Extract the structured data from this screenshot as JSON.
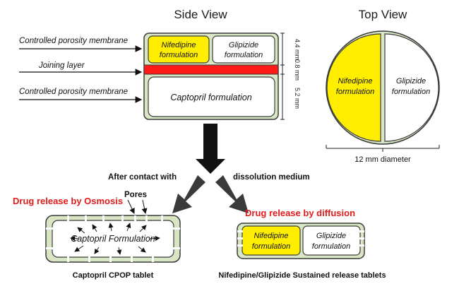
{
  "side_view": {
    "title": "Side View",
    "labels": {
      "membrane_top": "Controlled porosity membrane",
      "joining": "Joining layer",
      "membrane_bottom": "Controlled porosity membrane"
    },
    "boxes": {
      "nif_1": "Nifedipine",
      "nif_2": "formulation",
      "gli_1": "Glipizide",
      "gli_2": "formulation",
      "capto": "Captopril formulation"
    },
    "dims": {
      "top": "4.4 mm",
      "mid": "0.8 mm",
      "bottom": "5.2 mm"
    }
  },
  "top_view": {
    "title": "Top View",
    "nif_1": "Nifedipine",
    "nif_2": "formulation",
    "gli_1": "Glipizide",
    "gli_2": "formulation",
    "diameter": "12 mm diameter"
  },
  "flow": {
    "after": "After contact with",
    "medium": "dissolution medium"
  },
  "osmosis": {
    "title": "Drug release by Osmosis",
    "pores": "Pores",
    "inner": "Captopril Formulation",
    "caption": "Captopril CPOP tablet"
  },
  "diffusion": {
    "title": "Drug release by diffusion",
    "nif_1": "Nifedipine",
    "nif_2": "formulation",
    "gli_1": "Glipizide",
    "gli_2": "formulation",
    "caption": "Nifedipine/Glipizide Sustained release tablets"
  },
  "colors": {
    "yellow": "#ffee00",
    "red": "#ff1a1a",
    "shell_green": "#d9e6c3",
    "border": "#3a3a3a"
  }
}
